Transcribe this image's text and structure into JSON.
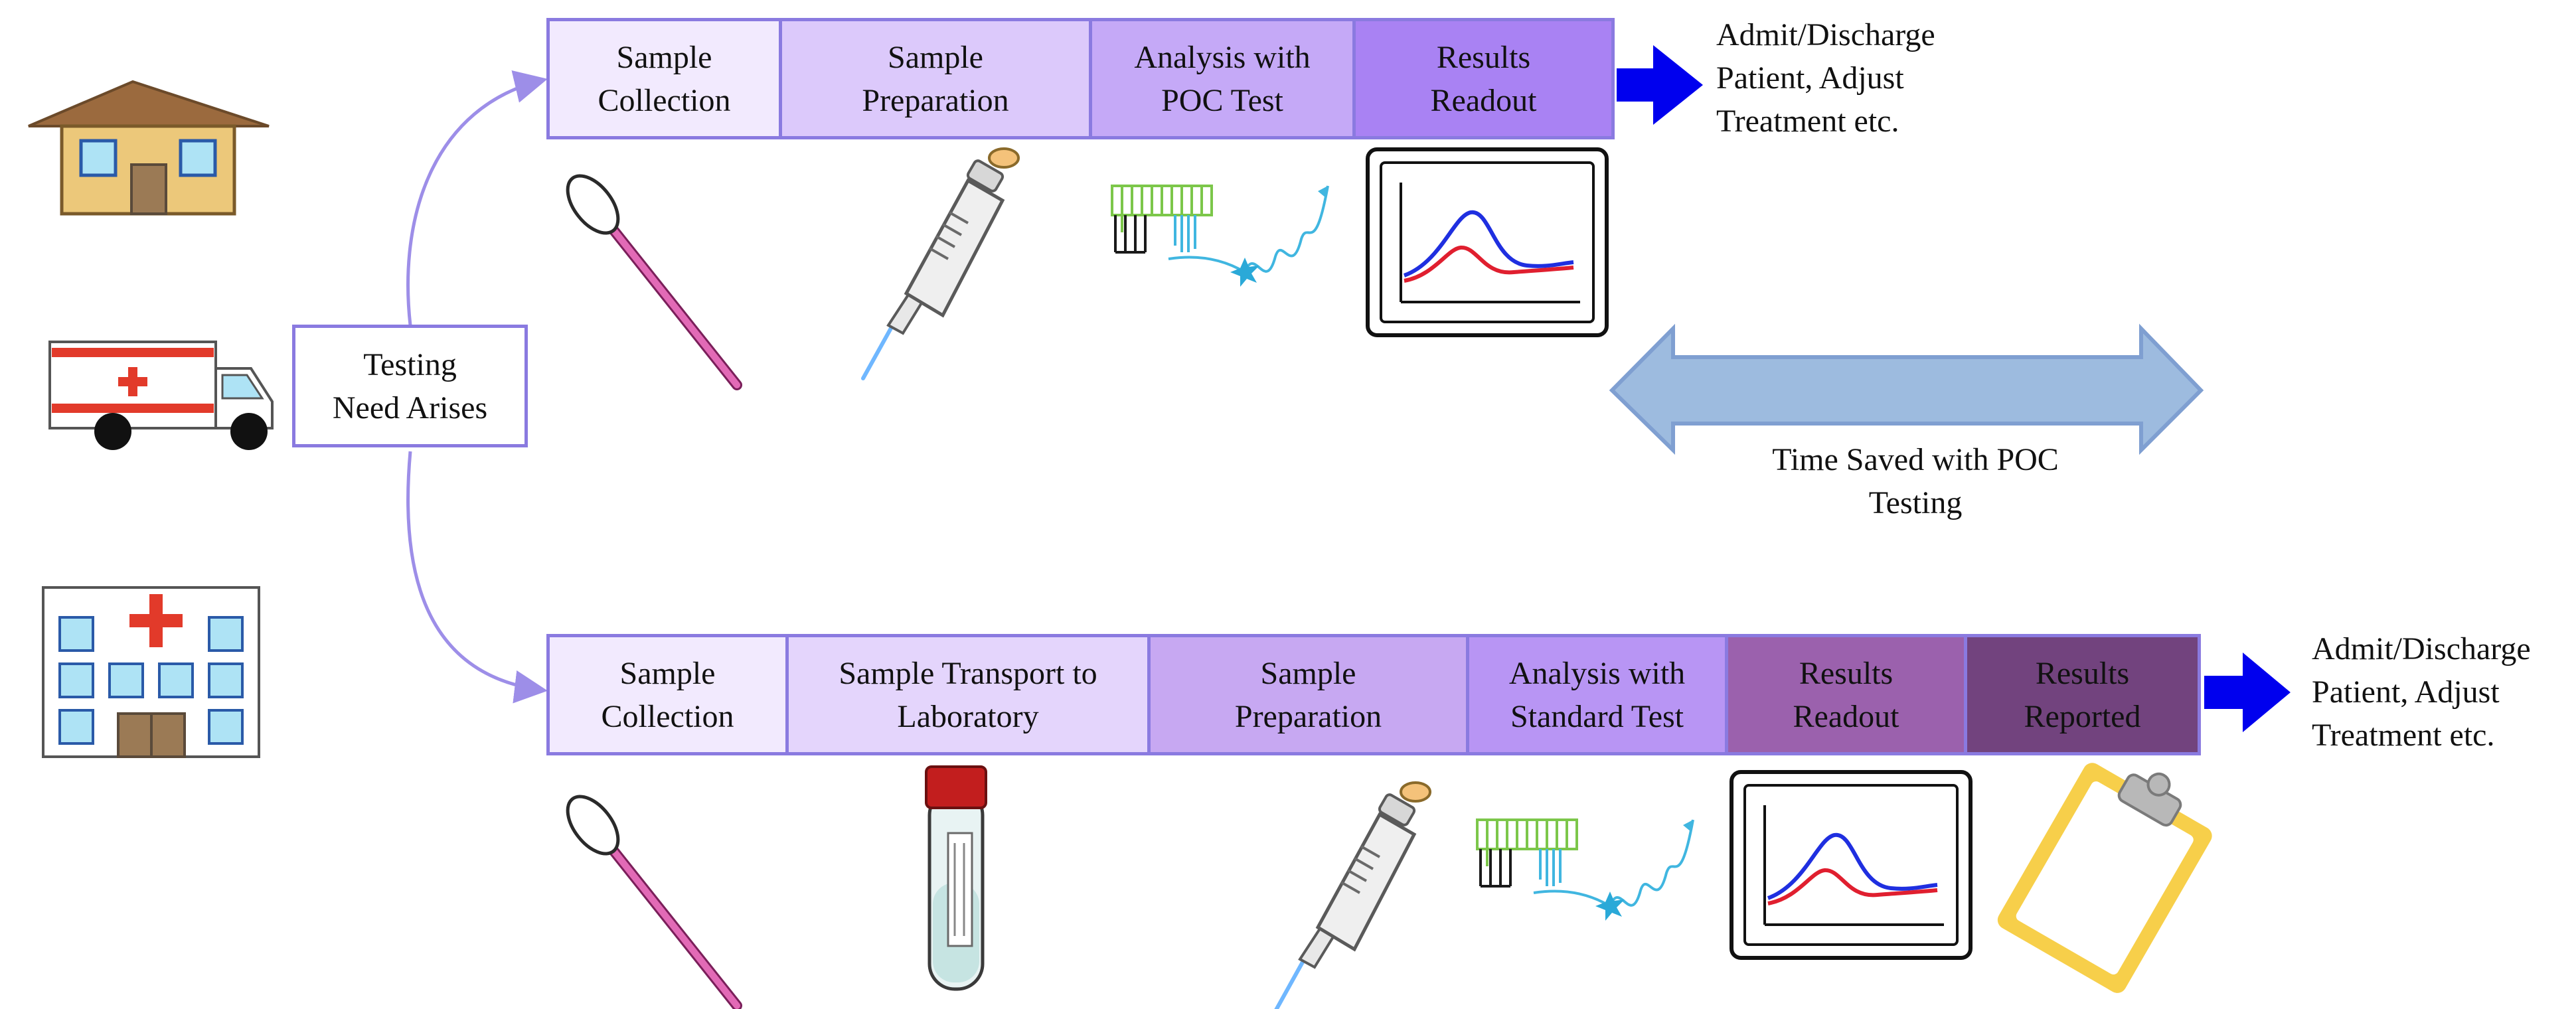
{
  "start": {
    "label": "Testing\nNeed Arises"
  },
  "settings_icons": [
    "house-icon",
    "ambulance-icon",
    "hospital-icon"
  ],
  "poc_pathway": {
    "steps": [
      {
        "label": "Sample\nCollection",
        "fill": "#f2eafe"
      },
      {
        "label": "Sample\nPreparation",
        "fill": "#dcc9fb"
      },
      {
        "label": "Analysis with\nPOC Test",
        "fill": "#c5a9f7"
      },
      {
        "label": "Results\nReadout",
        "fill": "#a982f3"
      }
    ],
    "outcome": "Admit/Discharge\nPatient, Adjust\nTreatment etc.",
    "icons": [
      "swab-icon",
      "pipette-icon",
      "assay-signal-icon",
      "monitor-graph-icon"
    ]
  },
  "standard_pathway": {
    "steps": [
      {
        "label": "Sample\nCollection",
        "fill": "#f2eafe"
      },
      {
        "label": "Sample Transport to\nLaboratory",
        "fill": "#e4d5fc"
      },
      {
        "label": "Sample\nPreparation",
        "fill": "#c7a8f2"
      },
      {
        "label": "Analysis with\nStandard Test",
        "fill": "#b895f4"
      },
      {
        "label": "Results\nReadout",
        "fill": "#9b61ad"
      },
      {
        "label": "Results\nReported",
        "fill": "#72437e"
      }
    ],
    "outcome": "Admit/Discharge\nPatient, Adjust\nTreatment etc.",
    "icons": [
      "swab-icon",
      "blood-tube-icon",
      "pipette-icon",
      "assay-signal-icon",
      "monitor-graph-icon",
      "clipboard-icon"
    ]
  },
  "time_saved": {
    "label": "Time Saved with POC\nTesting"
  },
  "colors": {
    "border": "#8a7ae0",
    "connector": "#9d8ee8",
    "outcome_arrow": "#0000ee",
    "double_arrow_fill": "#9dbbdf",
    "double_arrow_stroke": "#7f9fd1",
    "graph_blue": "#1f2fe0",
    "graph_red": "#e01f2f"
  }
}
